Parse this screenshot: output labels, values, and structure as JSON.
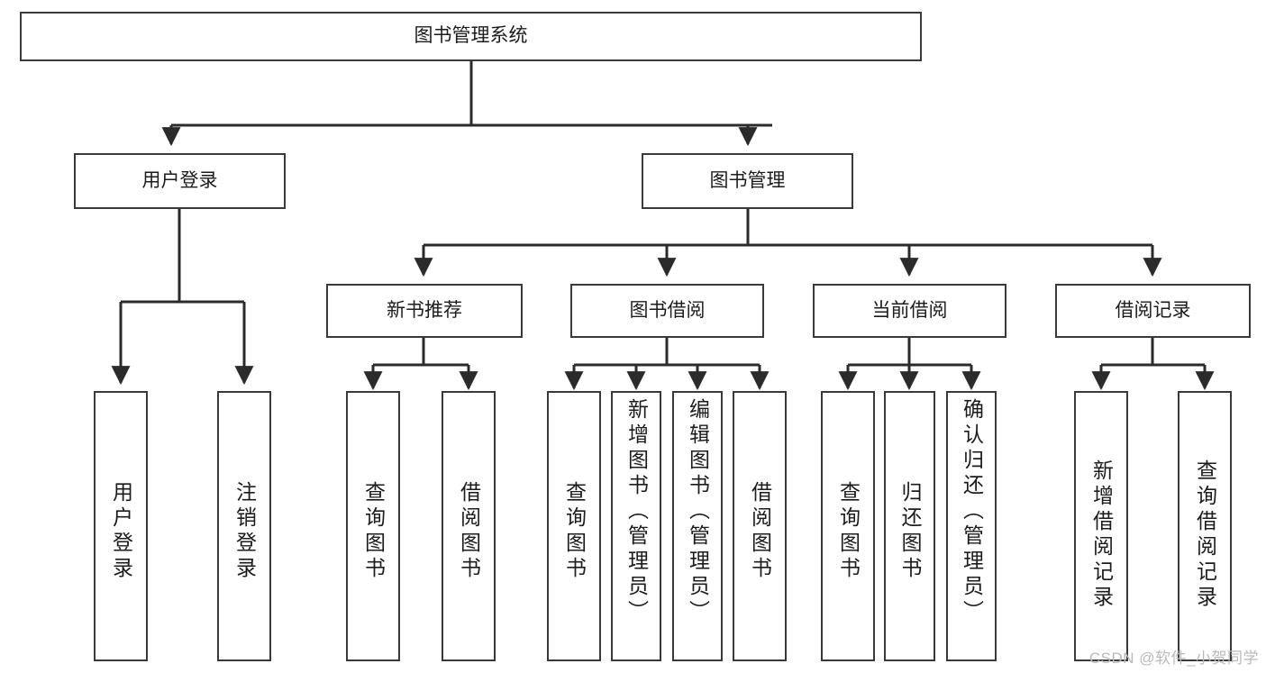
{
  "diagram": {
    "title": "图书管理系统",
    "type": "hierarchy-tree",
    "watermark": "CSDN @软件_小贺同学",
    "colors": {
      "box_border": "#3a3a3a",
      "box_fill": "#ffffff",
      "connector": "#2b2b2b",
      "text": "#1c1c1c",
      "watermark": "#b9b9b9",
      "background": "#ffffff"
    },
    "root": {
      "id": "root",
      "label": "图书管理系统",
      "orientation": "horizontal"
    },
    "level1": [
      {
        "id": "user-login",
        "label": "用户登录",
        "orientation": "horizontal"
      },
      {
        "id": "book-manage",
        "label": "图书管理",
        "orientation": "horizontal"
      }
    ],
    "level2": [
      {
        "id": "new-book-recommend",
        "label": "新书推荐",
        "orientation": "horizontal",
        "parent": "book-manage"
      },
      {
        "id": "book-borrow",
        "label": "图书借阅",
        "orientation": "horizontal",
        "parent": "book-manage"
      },
      {
        "id": "current-borrow",
        "label": "当前借阅",
        "orientation": "horizontal",
        "parent": "book-manage"
      },
      {
        "id": "borrow-record",
        "label": "借阅记录",
        "orientation": "horizontal",
        "parent": "book-manage"
      }
    ],
    "leaves": [
      {
        "id": "leaf-user-login",
        "label": "用户登录",
        "parent": "user-login",
        "orientation": "vertical"
      },
      {
        "id": "leaf-user-logout",
        "label": "注销登录",
        "parent": "user-login",
        "orientation": "vertical"
      },
      {
        "id": "leaf-query-book-1",
        "label": "查询图书",
        "parent": "new-book-recommend",
        "orientation": "vertical"
      },
      {
        "id": "leaf-borrow-book-1",
        "label": "借阅图书",
        "parent": "new-book-recommend",
        "orientation": "vertical"
      },
      {
        "id": "leaf-query-book-2",
        "label": "查询图书",
        "parent": "book-borrow",
        "orientation": "vertical"
      },
      {
        "id": "leaf-add-book",
        "label": "新增图书（管理员）",
        "parent": "book-borrow",
        "orientation": "vertical"
      },
      {
        "id": "leaf-edit-book",
        "label": "编辑图书（管理员）",
        "parent": "book-borrow",
        "orientation": "vertical"
      },
      {
        "id": "leaf-borrow-book-2",
        "label": "借阅图书",
        "parent": "book-borrow",
        "orientation": "vertical"
      },
      {
        "id": "leaf-query-book-3",
        "label": "查询图书",
        "parent": "current-borrow",
        "orientation": "vertical"
      },
      {
        "id": "leaf-return-book",
        "label": "归还图书",
        "parent": "current-borrow",
        "orientation": "vertical"
      },
      {
        "id": "leaf-confirm-return",
        "label": "确认归还（管理员）",
        "parent": "current-borrow",
        "orientation": "vertical"
      },
      {
        "id": "leaf-add-record",
        "label": "新增借阅记录",
        "parent": "borrow-record",
        "orientation": "vertical"
      },
      {
        "id": "leaf-query-record",
        "label": "查询借阅记录",
        "parent": "borrow-record",
        "orientation": "vertical"
      }
    ]
  }
}
